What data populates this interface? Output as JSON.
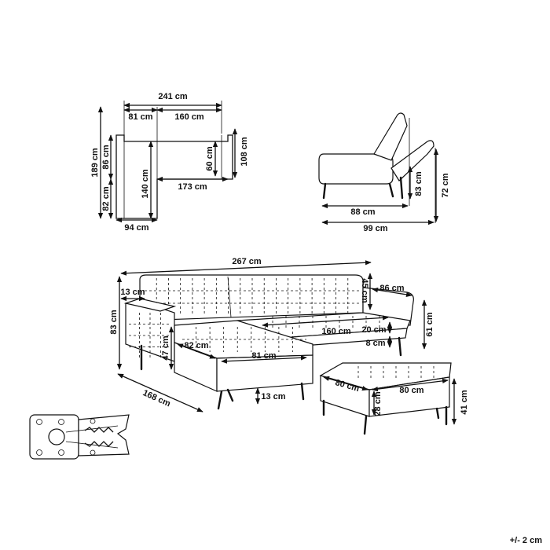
{
  "labels": {
    "plan_width_total": "241 cm",
    "plan_chaise_width": "81 cm",
    "plan_seat_width": "160 cm",
    "plan_depth_total": "189 cm",
    "plan_chaise_back": "86 cm",
    "plan_chaise_seat": "82 cm",
    "plan_chaise_length": "140 cm",
    "plan_inner_depth": "60 cm",
    "plan_right_depth": "108 cm",
    "plan_main_width": "173 cm",
    "plan_bottom_width": "94 cm",
    "side_seat_depth": "88 cm",
    "side_total_depth": "99 cm",
    "side_recline_height": "83 cm",
    "side_height": "72 cm",
    "front_total_width": "267 cm",
    "front_armrest": "13 cm",
    "front_back_height": "45 cm",
    "front_arm_depth": "86 cm",
    "front_total_height": "83 cm",
    "front_seat_height": "61 cm",
    "front_seat_width": "160 cm",
    "front_cushion": "20 cm",
    "front_leg_gap": "8 cm",
    "chaise_side_height": "47 cm",
    "chaise_depth": "82 cm",
    "chaise_width": "81 cm",
    "chaise_leg": "13 cm",
    "total_depth": "168 cm",
    "ottoman_depth": "80 cm",
    "ottoman_width": "80 cm",
    "ottoman_cushion": "28 cm",
    "ottoman_height": "41 cm"
  },
  "tolerance": "+/- 2 cm"
}
